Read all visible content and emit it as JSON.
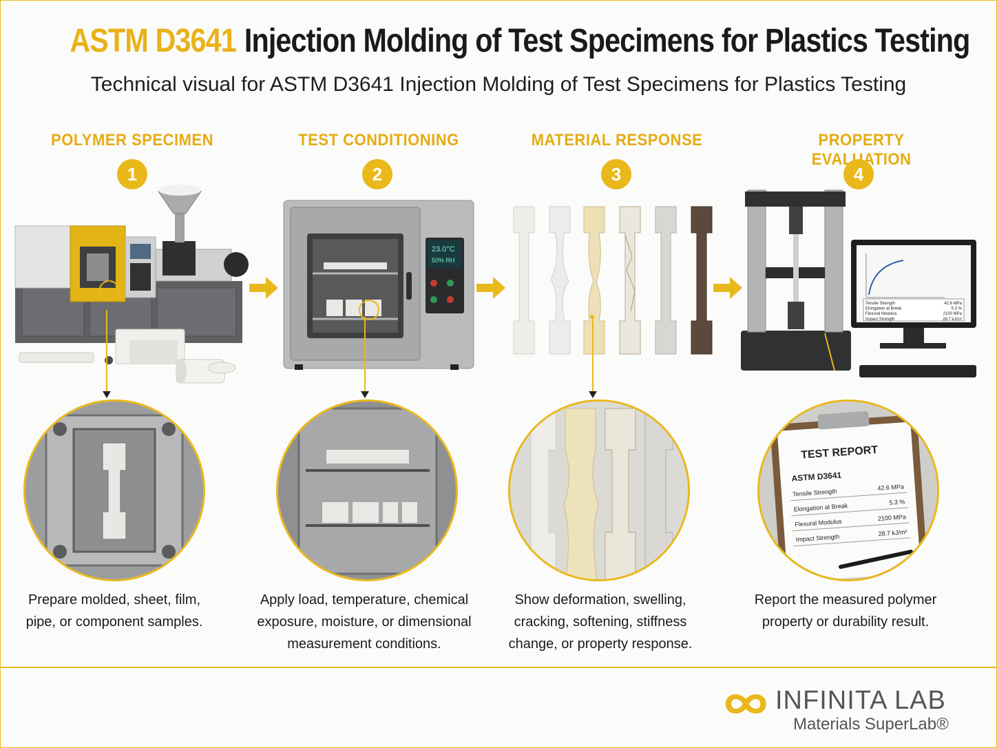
{
  "header": {
    "title_code": "ASTM D3641",
    "title_rest": "Injection Molding of Test Specimens for Plastics Testing",
    "subtitle": "Technical visual for ASTM D3641 Injection Molding of Test Specimens for Plastics Testing"
  },
  "steps": [
    {
      "number": "1",
      "label": "POLYMER SPECIMEN",
      "description_lines": [
        "Prepare molded, sheet, film,",
        "pipe, or component samples."
      ]
    },
    {
      "number": "2",
      "label": "TEST CONDITIONING",
      "description_lines": [
        "Apply load, temperature, chemical",
        "exposure, moisture, or dimensional",
        "measurement conditions."
      ]
    },
    {
      "number": "3",
      "label": "MATERIAL RESPONSE",
      "description_lines": [
        "Show deformation, swelling,",
        "cracking, softening, stiffness",
        "change, or property response."
      ]
    },
    {
      "number": "4",
      "label": "PROPERTY EVALUATION",
      "description_lines": [
        "Report the measured polymer",
        "property or durability result."
      ]
    }
  ],
  "chamber_display": {
    "temperature": "23.0°C",
    "humidity": "50% RH"
  },
  "monitor_results": [
    {
      "property": "Tensile Strength",
      "value": "42.6 MPa"
    },
    {
      "property": "Elongation at Break",
      "value": "5.3  %"
    },
    {
      "property": "Flexural Modulus",
      "value": "2100 MPa"
    },
    {
      "property": "Impact Strength",
      "value": "28.7 kJ/m²"
    }
  ],
  "report": {
    "title": "TEST REPORT",
    "standard": "ASTM D3641",
    "rows": [
      {
        "property": "Tensile Strength",
        "value": "42.6 MPa"
      },
      {
        "property": "Elongation at Break",
        "value": "5.3  %"
      },
      {
        "property": "Flexural Modulus",
        "value": "2100 MPa"
      },
      {
        "property": "Impact Strength",
        "value": "28.7 kJ/m²"
      }
    ]
  },
  "logo": {
    "name": "INFINITA LAB",
    "tagline": "Materials SuperLab®"
  },
  "colors": {
    "accent": "#e9b81a",
    "text": "#1a1a1a",
    "steel": "#9a9c9e"
  }
}
